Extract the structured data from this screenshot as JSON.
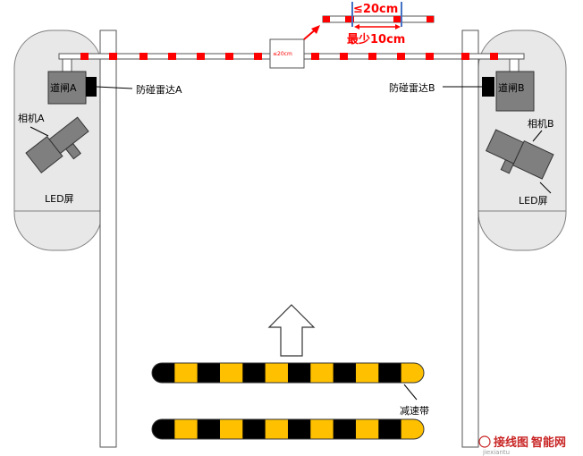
{
  "labels": {
    "gate_a": "道闸A",
    "gate_b": "道闸B",
    "radar_a": "防碰雷达A",
    "radar_b": "防碰雷达B",
    "camera_a": "相机A",
    "camera_b": "相机B",
    "led_a": "LED屏",
    "led_b": "LED屏",
    "detail_small": "≤20cm",
    "detail_gap": "≤20cm",
    "detail_min": "最少10cm",
    "speed_bump": "减速带",
    "watermark_cn": "接线图 智能网",
    "watermark_en": "jiexiantu"
  },
  "colors": {
    "panel_fill": "#e8e8e8",
    "device_fill": "#7f7f7f",
    "boom_red": "#ff0000",
    "bump_yellow": "#ffc000",
    "bump_black": "#000000",
    "accent_blue": "#4472c4",
    "callout_red": "#ff0000"
  }
}
